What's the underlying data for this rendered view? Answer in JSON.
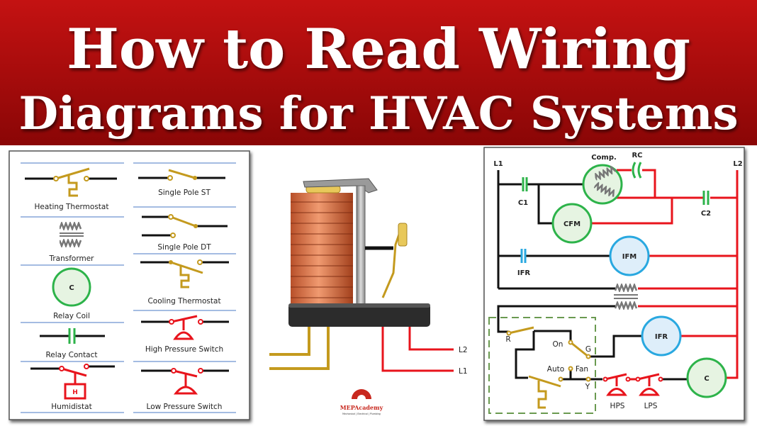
{
  "title": {
    "line1": "How to Read Wiring",
    "line2": "Diagrams for HVAC Systems"
  },
  "colors": {
    "banner": "#a90a0a",
    "relay_coil": "#2db34a",
    "fan_relay": "#29a8e0",
    "high_voltage": "#e8141c",
    "control": "#c49a1e"
  },
  "legend": {
    "left": [
      "Heating Thermostat",
      "Transformer",
      "Relay Coil",
      "Relay Contact",
      "Humidistat"
    ],
    "right": [
      "Single Pole ST",
      "Single Pole DT",
      "Cooling Thermostat",
      "High Pressure Switch",
      "Low Pressure Switch"
    ],
    "coil_letter": "C",
    "humidistat_letter": "H"
  },
  "relay": {
    "l1": "L1",
    "l2": "L2"
  },
  "logo": {
    "name": "MEPAcademy",
    "tagline": "Mechanical | Electrical | Plumbing"
  },
  "schematic": {
    "l1": "L1",
    "l2": "L2",
    "comp": "Comp.",
    "rc": "RC",
    "c1": "C1",
    "c2": "C2",
    "cfm": "CFM",
    "ifr_contact": "IFR",
    "ifm": "IFM",
    "ifr_coil": "IFR",
    "contactor": "C",
    "r": "R",
    "on": "On",
    "g": "G",
    "auto": "Auto",
    "fan": "Fan",
    "y": "Y",
    "hps": "HPS",
    "lps": "LPS"
  }
}
